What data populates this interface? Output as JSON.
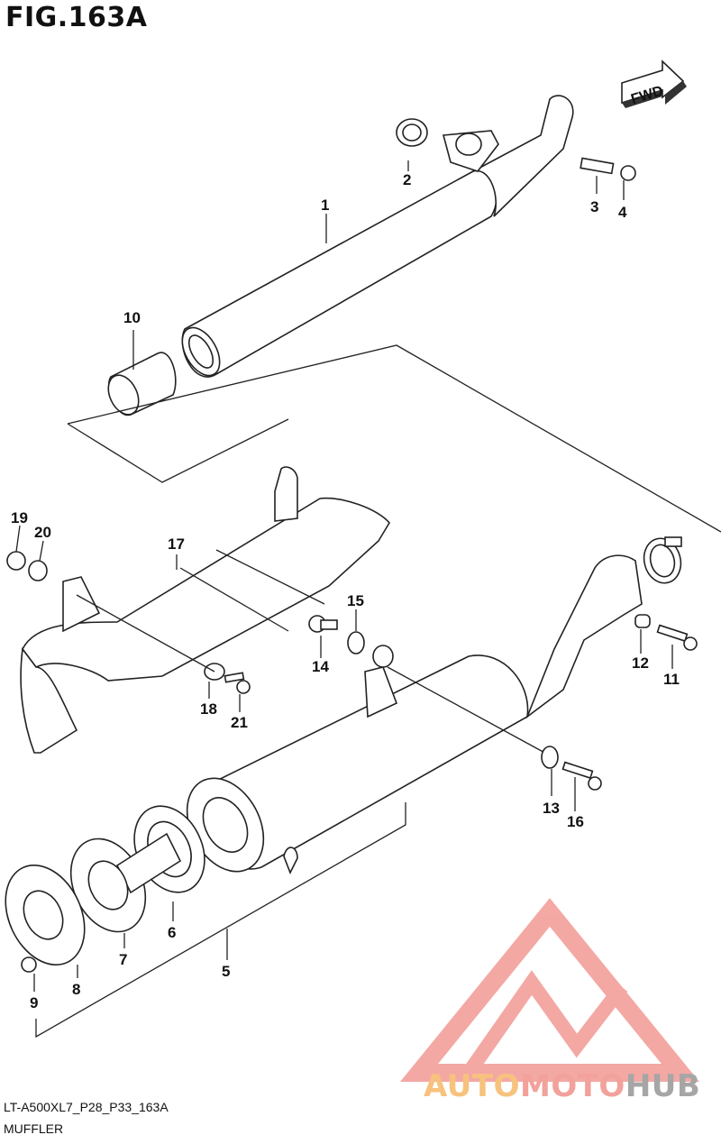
{
  "figure": {
    "title": "FIG.163A",
    "fwd_label": "FWD",
    "code": "LT-A500XL7_P28_P33_163A",
    "name": "MUFFLER"
  },
  "parts": [
    {
      "id": "1"
    },
    {
      "id": "2"
    },
    {
      "id": "3"
    },
    {
      "id": "4"
    },
    {
      "id": "5"
    },
    {
      "id": "6"
    },
    {
      "id": "7"
    },
    {
      "id": "8"
    },
    {
      "id": "9"
    },
    {
      "id": "10"
    },
    {
      "id": "11"
    },
    {
      "id": "12"
    },
    {
      "id": "13"
    },
    {
      "id": "14"
    },
    {
      "id": "15"
    },
    {
      "id": "16"
    },
    {
      "id": "17"
    },
    {
      "id": "18"
    },
    {
      "id": "19"
    },
    {
      "id": "20"
    },
    {
      "id": "21"
    }
  ],
  "watermark": {
    "part1": "AUTO",
    "part2": "MOTO",
    "part3": "HUB",
    "colors": {
      "auto": "#f7c27e",
      "moto": "#f2a19b",
      "hub": "#a6a6a6",
      "logo": "#f08c86"
    }
  }
}
